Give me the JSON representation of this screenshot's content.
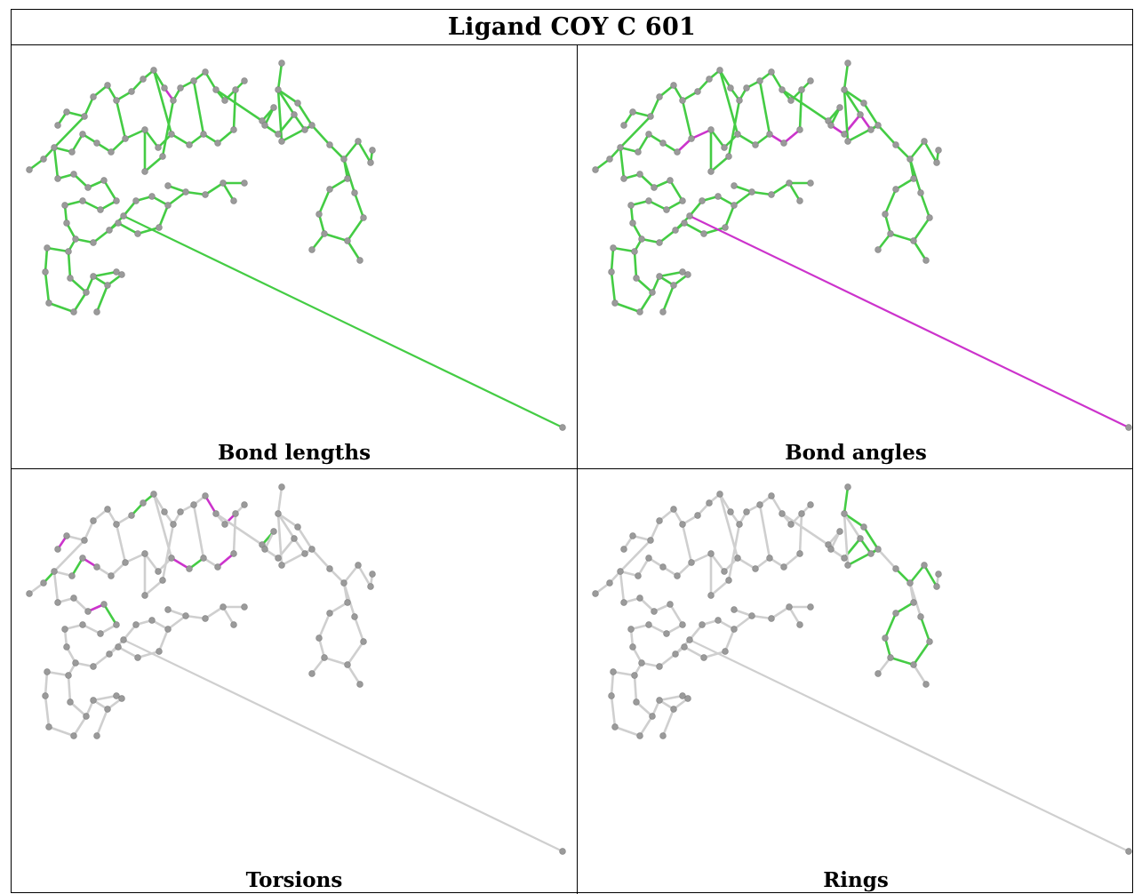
{
  "table": {
    "title": "Ligand COY C 601"
  },
  "panels": [
    {
      "id": "bond-lengths",
      "caption": "Bond lengths",
      "highlight": "#cc33cc",
      "ok": "#44cc44",
      "marked_bonds": [
        [
          9,
          10
        ],
        [
          13,
          16
        ]
      ],
      "ok_all": true,
      "long_bond": "ok",
      "ring_green": []
    },
    {
      "id": "bond-angles",
      "caption": "Bond angles",
      "highlight": "#cc33cc",
      "ok": "#44cc44",
      "marked_bonds": [
        [
          0,
          2
        ],
        [
          2,
          4
        ],
        [
          4,
          6
        ],
        [
          20,
          21
        ],
        [
          21,
          22
        ],
        [
          22,
          23
        ],
        [
          30,
          31
        ],
        [
          31,
          32
        ],
        [
          24,
          25
        ],
        [
          25,
          26
        ]
      ],
      "ok_all": true,
      "long_bond": "highlight",
      "ring_green": []
    },
    {
      "id": "torsions",
      "caption": "Torsions",
      "highlight": "#cc33cc",
      "ok": "#44cc44",
      "marked_bonds": [
        [
          0,
          1
        ],
        [
          1,
          3
        ],
        [
          3,
          5
        ],
        [
          13,
          14
        ],
        [
          15,
          16
        ],
        [
          24,
          25
        ],
        [
          27,
          28
        ],
        [
          33,
          34
        ],
        [
          41,
          42
        ]
      ],
      "green_bonds": [
        [
          6,
          7
        ],
        [
          7,
          8
        ],
        [
          17,
          18
        ],
        [
          18,
          19
        ],
        [
          26,
          27
        ],
        [
          34,
          35
        ],
        [
          36,
          37
        ],
        [
          42,
          43
        ]
      ],
      "ok_all": false,
      "long_bond": "none",
      "ring_green": []
    },
    {
      "id": "rings",
      "caption": "Rings",
      "highlight": "#cc33cc",
      "ok": "#44cc44",
      "marked_bonds": [],
      "ok_all": false,
      "long_bond": "none",
      "ring_green": [
        0,
        1,
        2,
        3
      ]
    }
  ],
  "colors": {
    "atom": "#9a9a9a",
    "bond_neutral": "#cfcfcf",
    "border": "#000000"
  }
}
